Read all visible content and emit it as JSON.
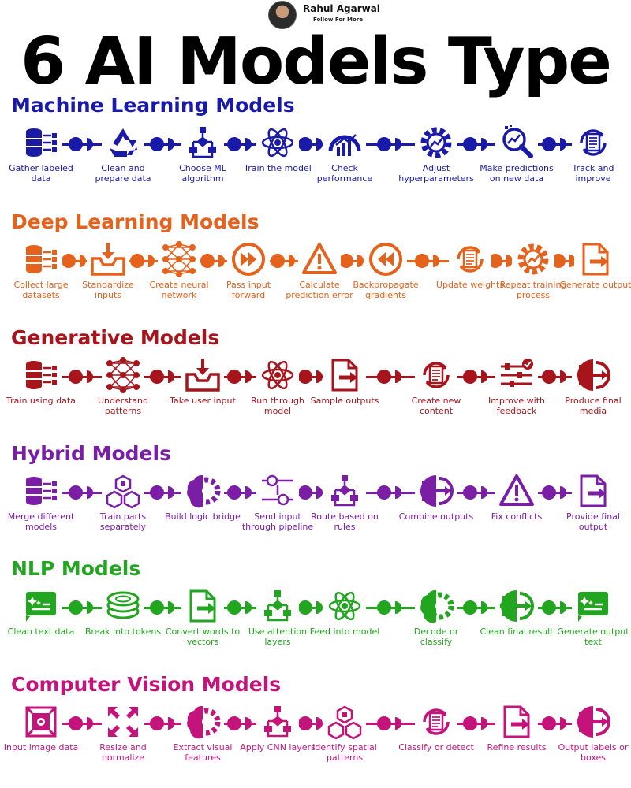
{
  "header": {
    "author": "Rahul Agarwal",
    "subtitle": "Follow For More"
  },
  "title": "6 AI Models Type",
  "sections": [
    {
      "title": "Machine Learning Models",
      "color": "#1a1aa8",
      "steps": [
        {
          "label": "Gather labeled data",
          "icon": "database-icon"
        },
        {
          "label": "Clean and prepare data",
          "icon": "recycle-icon"
        },
        {
          "label": "Choose ML algorithm",
          "icon": "flowchart-icon"
        },
        {
          "label": "Train the model",
          "icon": "atom-icon"
        },
        {
          "label": "Check performance",
          "icon": "gauge-icon"
        },
        {
          "label": "Adjust hyperparameters",
          "icon": "gear-icon"
        },
        {
          "label": "Make predictions on new data",
          "icon": "magnifier-icon"
        },
        {
          "label": "Track and improve",
          "icon": "refresh-document-icon"
        }
      ]
    },
    {
      "title": "Deep Learning Models",
      "color": "#e5621c",
      "steps": [
        {
          "label": "Collect large datasets",
          "icon": "database-icon"
        },
        {
          "label": "Standardize inputs",
          "icon": "inbox-icon"
        },
        {
          "label": "Create neural network",
          "icon": "neural-network-icon"
        },
        {
          "label": "Pass input forward",
          "icon": "fast-forward-icon"
        },
        {
          "label": "Calculate prediction error",
          "icon": "warning-icon"
        },
        {
          "label": "Backpropagate gradients",
          "icon": "rewind-icon"
        },
        {
          "label": "Update weights",
          "icon": "refresh-document-icon"
        },
        {
          "label": "Repeat training process",
          "icon": "gear-icon"
        },
        {
          "label": "Generate output",
          "icon": "export-file-icon"
        }
      ]
    },
    {
      "title": "Generative Models",
      "color": "#a8141c",
      "steps": [
        {
          "label": "Train using data",
          "icon": "database-icon"
        },
        {
          "label": "Understand patterns",
          "icon": "neural-network-icon"
        },
        {
          "label": "Take user input",
          "icon": "inbox-icon"
        },
        {
          "label": "Run through model",
          "icon": "atom-icon"
        },
        {
          "label": "Sample outputs",
          "icon": "export-file-icon"
        },
        {
          "label": "Create new content",
          "icon": "refresh-document-icon"
        },
        {
          "label": "Improve with feedback",
          "icon": "sliders-icon"
        },
        {
          "label": "Produce final media",
          "icon": "half-gear-icon"
        }
      ]
    },
    {
      "title": "Hybrid Models",
      "color": "#7a1ea6",
      "steps": [
        {
          "label": "Merge different models",
          "icon": "database-icon"
        },
        {
          "label": "Train parts separately",
          "icon": "cubes-icon"
        },
        {
          "label": "Build logic bridge",
          "icon": "brain-gear-icon"
        },
        {
          "label": "Send input through pipeline",
          "icon": "pipeline-icon"
        },
        {
          "label": "Route based on rules",
          "icon": "flowchart-icon"
        },
        {
          "label": "Combine outputs",
          "icon": "half-gear-icon"
        },
        {
          "label": "Fix conflicts",
          "icon": "warning-icon"
        },
        {
          "label": "Provide final output",
          "icon": "export-file-icon"
        }
      ]
    },
    {
      "title": "NLP Models",
      "color": "#22a51f",
      "steps": [
        {
          "label": "Clean text data",
          "icon": "sparkle-card-icon"
        },
        {
          "label": "Break into tokens",
          "icon": "coins-icon"
        },
        {
          "label": "Convert words to vectors",
          "icon": "export-file-icon"
        },
        {
          "label": "Use attention layers",
          "icon": "flowchart-icon"
        },
        {
          "label": "Feed into model",
          "icon": "atom-icon"
        },
        {
          "label": "Decode or classify",
          "icon": "brain-gear-icon"
        },
        {
          "label": "Clean final result",
          "icon": "half-gear-icon"
        },
        {
          "label": "Generate output text",
          "icon": "sparkle-card-icon"
        }
      ]
    },
    {
      "title": "Computer Vision Models",
      "color": "#c4147c",
      "steps": [
        {
          "label": "Input image data",
          "icon": "image-frame-icon"
        },
        {
          "label": "Resize and normalize",
          "icon": "expand-icon"
        },
        {
          "label": "Extract visual features",
          "icon": "brain-gear-icon"
        },
        {
          "label": "Apply CNN layers",
          "icon": "flowchart-icon"
        },
        {
          "label": "Identify spatial patterns",
          "icon": "cubes-icon"
        },
        {
          "label": "Classify or detect",
          "icon": "refresh-document-icon"
        },
        {
          "label": "Refine results",
          "icon": "export-file-icon"
        },
        {
          "label": "Output labels or boxes",
          "icon": "half-gear-icon"
        }
      ]
    }
  ]
}
